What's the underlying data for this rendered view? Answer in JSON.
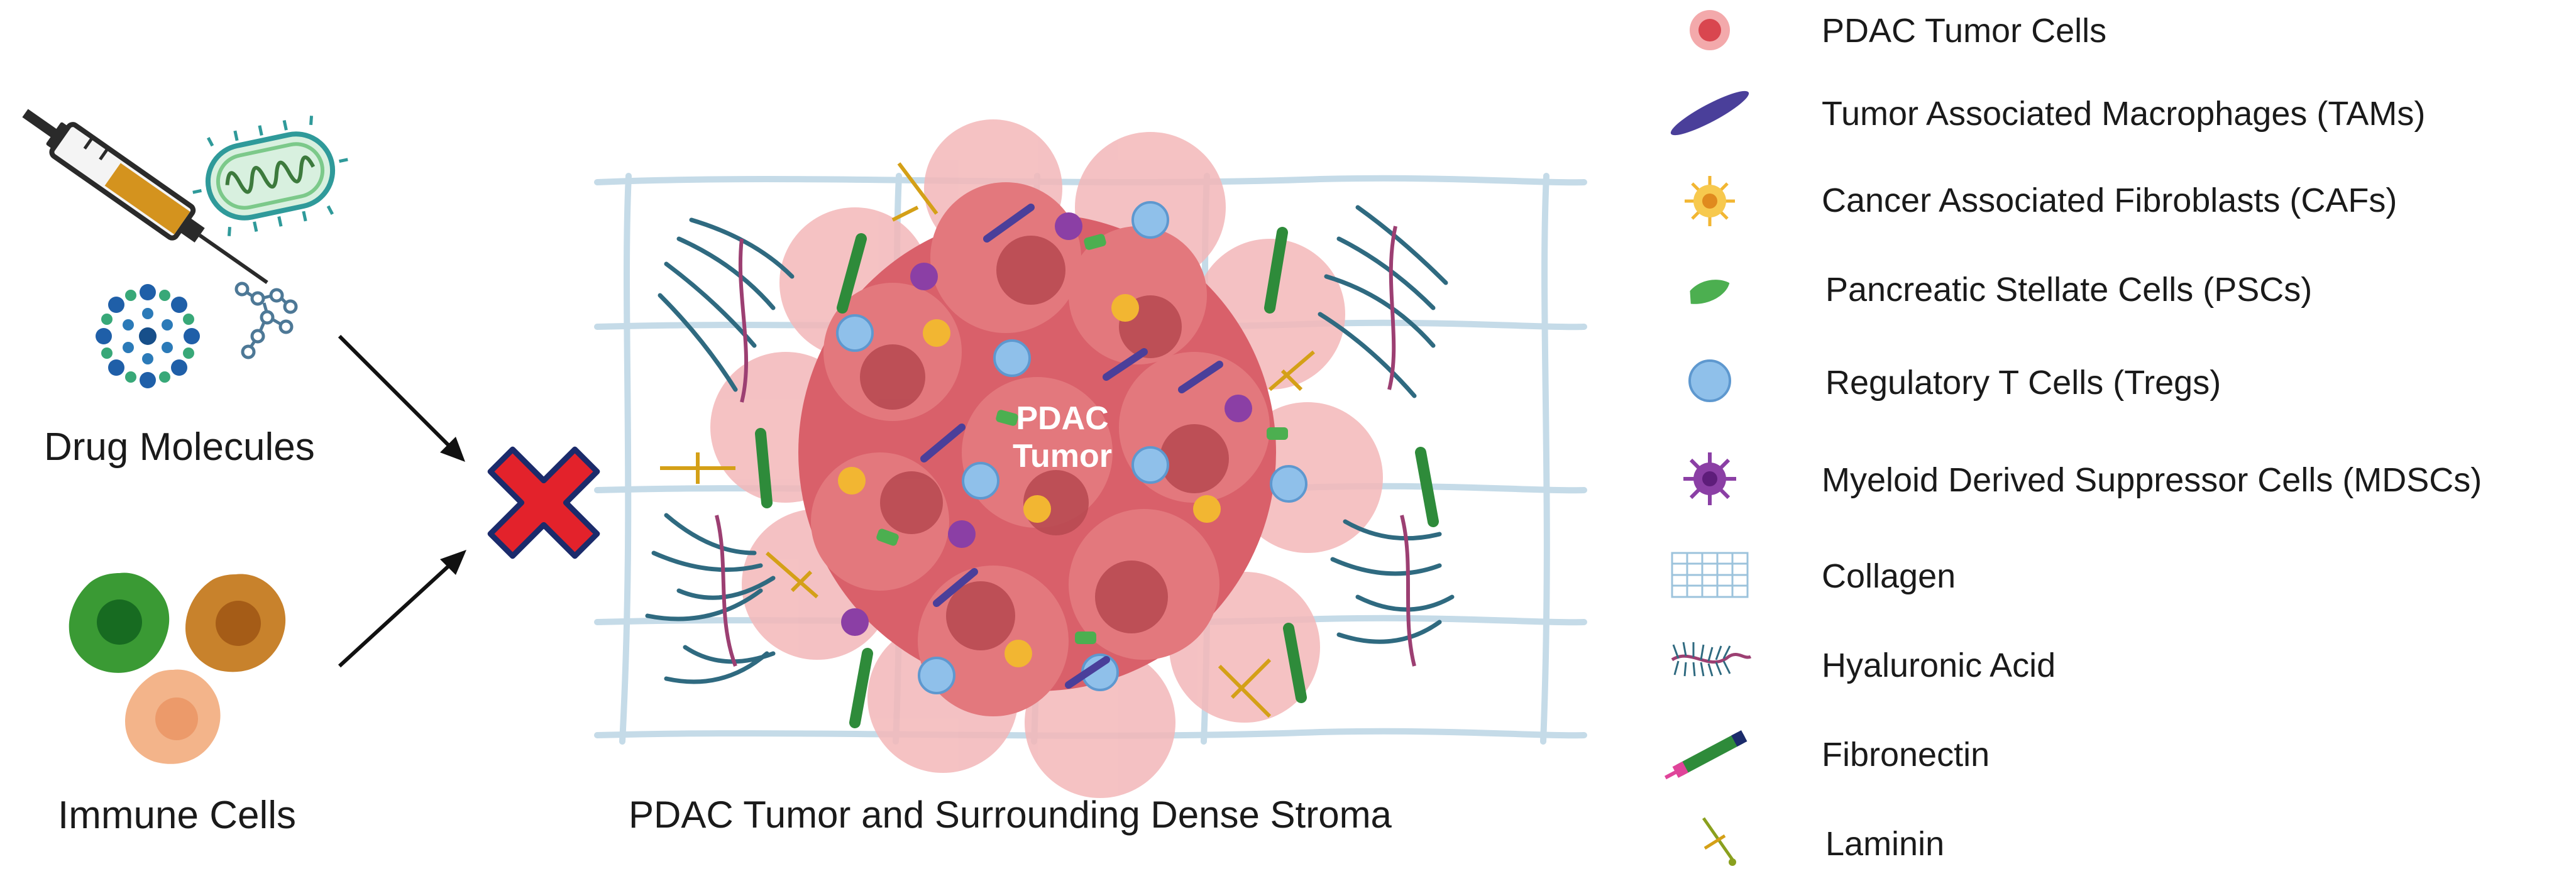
{
  "left": {
    "drug_label": "Drug Molecules",
    "immune_label": "Immune Cells"
  },
  "center": {
    "tumor_label_line1": "PDAC",
    "tumor_label_line2": "Tumor",
    "caption": "PDAC Tumor and Surrounding Dense Stroma"
  },
  "legend": {
    "items": [
      {
        "label": "PDAC Tumor Cells",
        "icon": "tumor-cell-icon",
        "color": "#e8666b"
      },
      {
        "label": "Tumor Associated Macrophages (TAMs)",
        "icon": "macrophage-icon",
        "color": "#4a3f9a"
      },
      {
        "label": "Cancer Associated Fibroblasts (CAFs)",
        "icon": "fibroblast-icon",
        "color": "#f2b632"
      },
      {
        "label": "Pancreatic Stellate Cells (PSCs)",
        "icon": "stellate-cell-icon",
        "color": "#4caf50"
      },
      {
        "label": "Regulatory T Cells (Tregs)",
        "icon": "treg-icon",
        "color": "#7fb6e8"
      },
      {
        "label": "Myeloid Derived Suppressor Cells (MDSCs)",
        "icon": "mdsc-icon",
        "color": "#8b3fa5"
      },
      {
        "label": "Collagen",
        "icon": "collagen-icon",
        "color": "#9cc3dc"
      },
      {
        "label": "Hyaluronic Acid",
        "icon": "hyaluronic-acid-icon",
        "color": "#2f6a80"
      },
      {
        "label": "Fibronectin",
        "icon": "fibronectin-icon",
        "color": "#2e8b3a"
      },
      {
        "label": "Laminin",
        "icon": "laminin-icon",
        "color": "#8aa01e"
      }
    ]
  },
  "colors": {
    "blocked_x": "#e3222b",
    "blocked_x_outline": "#1b2b6b",
    "tumor_mass": "#d9606a",
    "stroma_fiber": "#c5dbe8"
  }
}
